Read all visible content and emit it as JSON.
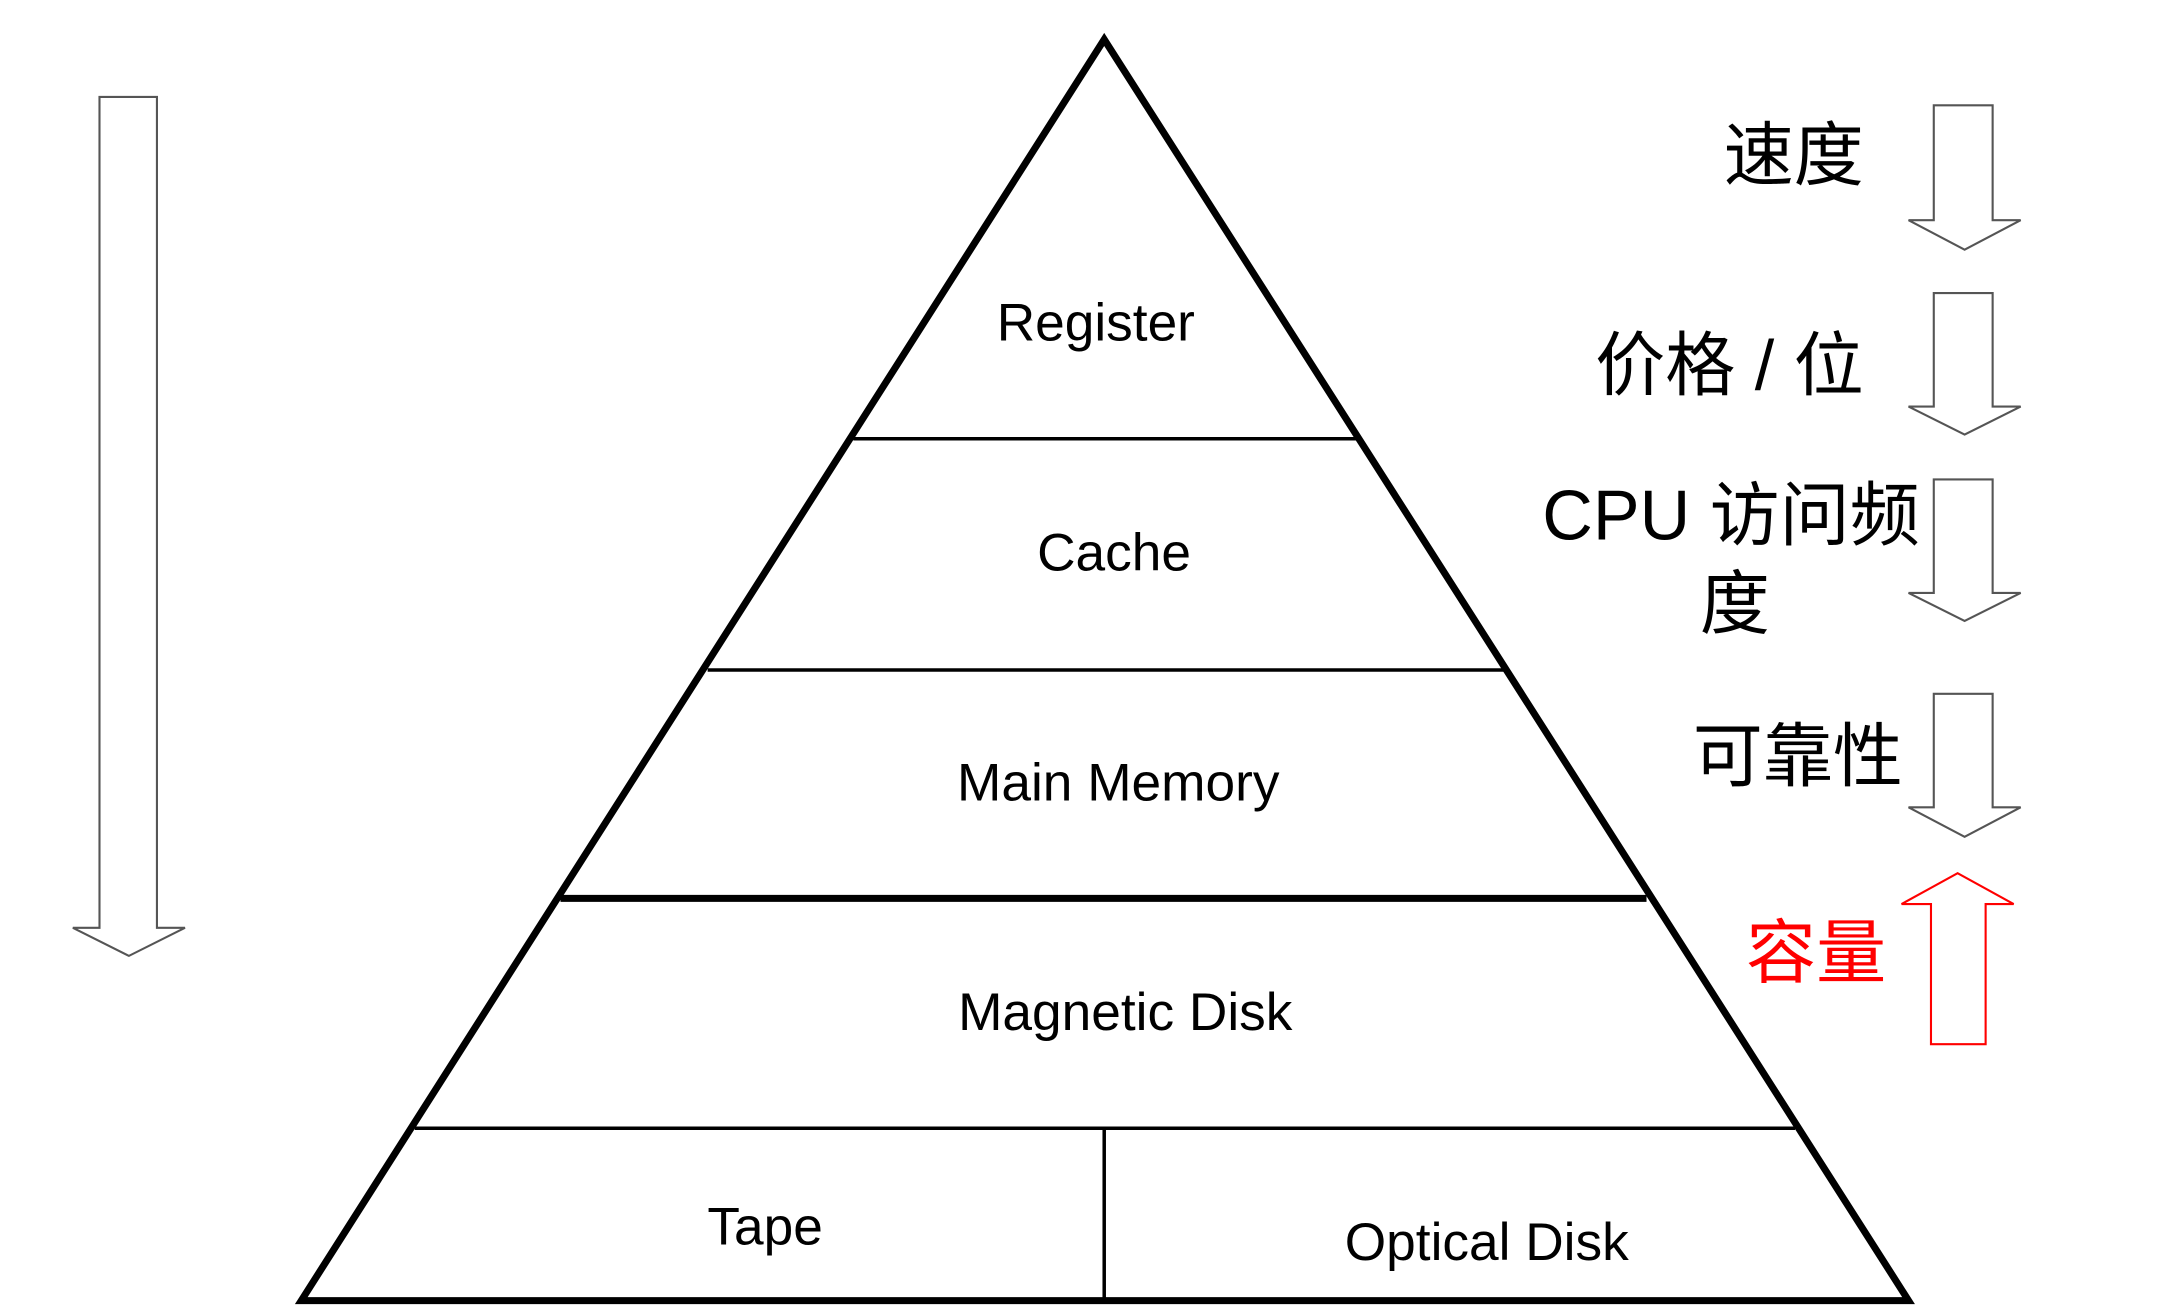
{
  "pyramid": {
    "levels": [
      "Register",
      "Cache",
      "Main Memory",
      "Magnetic Disk"
    ],
    "bottom_left": "Tape",
    "bottom_right": "Optical Disk"
  },
  "properties": {
    "speed": "速度",
    "price_per_bit": "价格 / 位",
    "cpu_access_line1": "CPU 访问频",
    "cpu_access_line2": "度",
    "reliability": "可靠性",
    "capacity": "容量"
  },
  "colors": {
    "line": "#000000",
    "highlight": "#ff0000"
  }
}
